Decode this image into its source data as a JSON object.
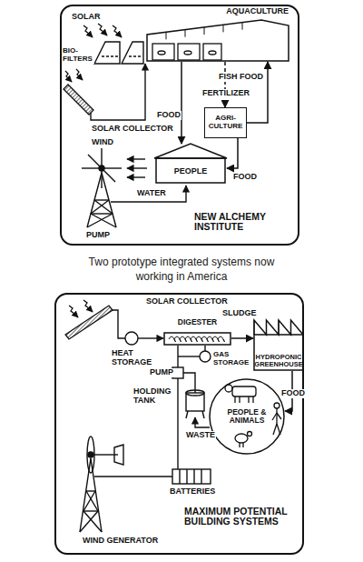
{
  "diagram": {
    "caption": "Two prototype integrated systems now working in America",
    "nodes": [
      {
        "text": [
          "NEW ALCHEMY INSTITUTE"
        ]
      },
      {
        "text": [
          "AQUACULTURE"
        ],
        "in": 0
      },
      {
        "text": [
          "AGRI- CULTURE"
        ],
        "in": 0
      },
      {
        "text": [
          "PEOPLE"
        ],
        "in": 0
      },
      {
        "text": [
          "MAXIMUM POTENTIAL BUILDING SYSTEMS"
        ]
      },
      {
        "text": [
          "DIGESTER"
        ],
        "in": 4
      },
      {
        "text": [
          "HYDROPONIC GREENHOUSE"
        ],
        "in": 4
      },
      {
        "text": [
          "PEOPLE & ANIMALS"
        ],
        "in": 4
      }
    ],
    "edges": [
      {
        "from": 2,
        "to": 1,
        "label": "FISH FOOD",
        "arrow": "to"
      },
      {
        "from": 1,
        "to": 2,
        "label": "FERTILIZER",
        "arrow": "to"
      },
      {
        "from": 1,
        "to": 3,
        "label": "FOOD",
        "arrow": "to"
      },
      {
        "from": 2,
        "to": 3,
        "label": "FOOD",
        "arrow": "to"
      },
      {
        "from": 5,
        "to": 6,
        "label": "SLUDGE",
        "arrow": "to"
      },
      {
        "from": 6,
        "to": 7,
        "label": "FOOD",
        "arrow": "to"
      }
    ],
    "labels": [
      "SOLAR",
      "BIO- FILTERS",
      "SOLAR COLLECTOR",
      "WIND",
      "WATER",
      "PUMP",
      "SOLAR COLLECTOR",
      "HEAT STORAGE",
      "GAS STORAGE",
      "PUMP",
      "HOLDING TANK",
      "WASTE",
      "WIND GENERATOR",
      "BATTERIES"
    ]
  }
}
